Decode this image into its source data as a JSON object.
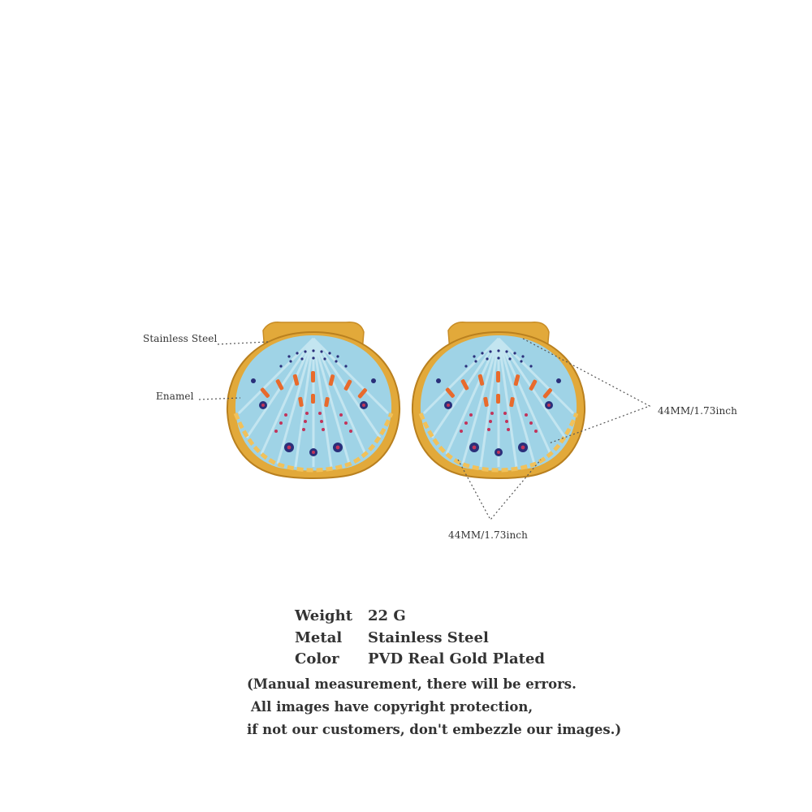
{
  "callouts": {
    "metal_label": "Stainless Steel",
    "enamel_label": "Enamel",
    "width_label": "44MM/1.73inch",
    "height_label": "44MM/1.73inch"
  },
  "specs": [
    {
      "key": "Weight",
      "value": "22 G"
    },
    {
      "key": "Metal",
      "value": "Stainless Steel"
    },
    {
      "key": "Color",
      "value": "PVD Real Gold Plated"
    }
  ],
  "notes": [
    "(Manual measurement, there will be errors.",
    "All images have copyright protection,",
    "if not our customers, don't embezzle our images.)"
  ],
  "colors": {
    "gold": "#e2a93a",
    "gold_dark": "#b9801f",
    "enamel_blue": "#9fd3e6",
    "dot_orange": "#e86a2c",
    "dot_navy": "#2a2f7a",
    "dot_red": "#c2345a"
  }
}
